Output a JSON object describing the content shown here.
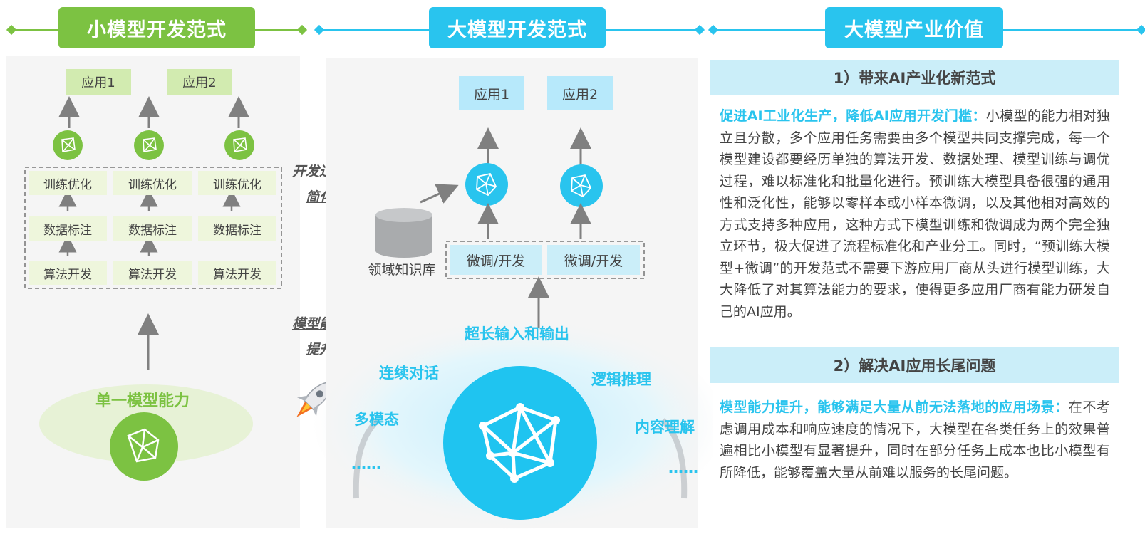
{
  "headers": {
    "small": "小模型开发范式",
    "large": "大模型开发范式",
    "value": "大模型产业价值"
  },
  "colors": {
    "green": "#7cc242",
    "blue": "#29c4ee",
    "section_bg": "#cbeef9"
  },
  "small_panel": {
    "apps": [
      "应用1",
      "应用2"
    ],
    "columns": [
      {
        "train": "训练优化",
        "label": "数据标注",
        "algo": "算法开发"
      },
      {
        "train": "训练优化",
        "label": "数据标注",
        "algo": "算法开发"
      },
      {
        "train": "训练优化",
        "label": "数据标注",
        "algo": "算法开发"
      }
    ],
    "capability": "单一模型能力"
  },
  "middle_labels": {
    "simplify": [
      "开发过程",
      "简化"
    ],
    "improve": [
      "模型能力",
      "提升"
    ]
  },
  "large_panel": {
    "apps": [
      "应用1",
      "应用2"
    ],
    "kb": "领域知识库",
    "finetune": [
      "微调/开发",
      "微调/开发"
    ],
    "capabilities": {
      "io": "超长输入和输出",
      "dialog": "连续对话",
      "logic": "逻辑推理",
      "multimodal": "多模态",
      "content": "内容理解",
      "more_left": "……",
      "more_right": "……"
    }
  },
  "value_panel": {
    "section1": {
      "title": "1）带来AI产业化新范式",
      "highlight": "促进AI工业化生产，降低AI应用开发门槛：",
      "body": "小模型的能力相对独立且分散，多个应用任务需要由多个模型共同支撑完成，每一个模型建设都要经历单独的算法开发、数据处理、模型训练与调优过程，难以标准化和批量化进行。预训练大模型具备很强的通用性和泛化性，能够以零样本或小样本微调，以及其他相对高效的方式支持多种应用，这种方式下模型训练和微调成为两个完全独立环节，极大促进了流程标准化和产业分工。同时，“预训练大模型+微调”的开发范式不需要下游应用厂商从头进行模型训练，大大降低了对其算法能力的要求，使得更多应用厂商有能力研发自己的AI应用。"
    },
    "section2": {
      "title": "2）解决AI应用长尾问题",
      "highlight": "模型能力提升，能够满足大量从前无法落地的应用场景：",
      "body": "在不考虑调用成本和响应速度的情况下，大模型在各类任务上的效果普遍相比小模型有显著提升，同时在部分任务上成本也比小模型有所降低，能够覆盖大量从前难以服务的长尾问题。"
    }
  }
}
